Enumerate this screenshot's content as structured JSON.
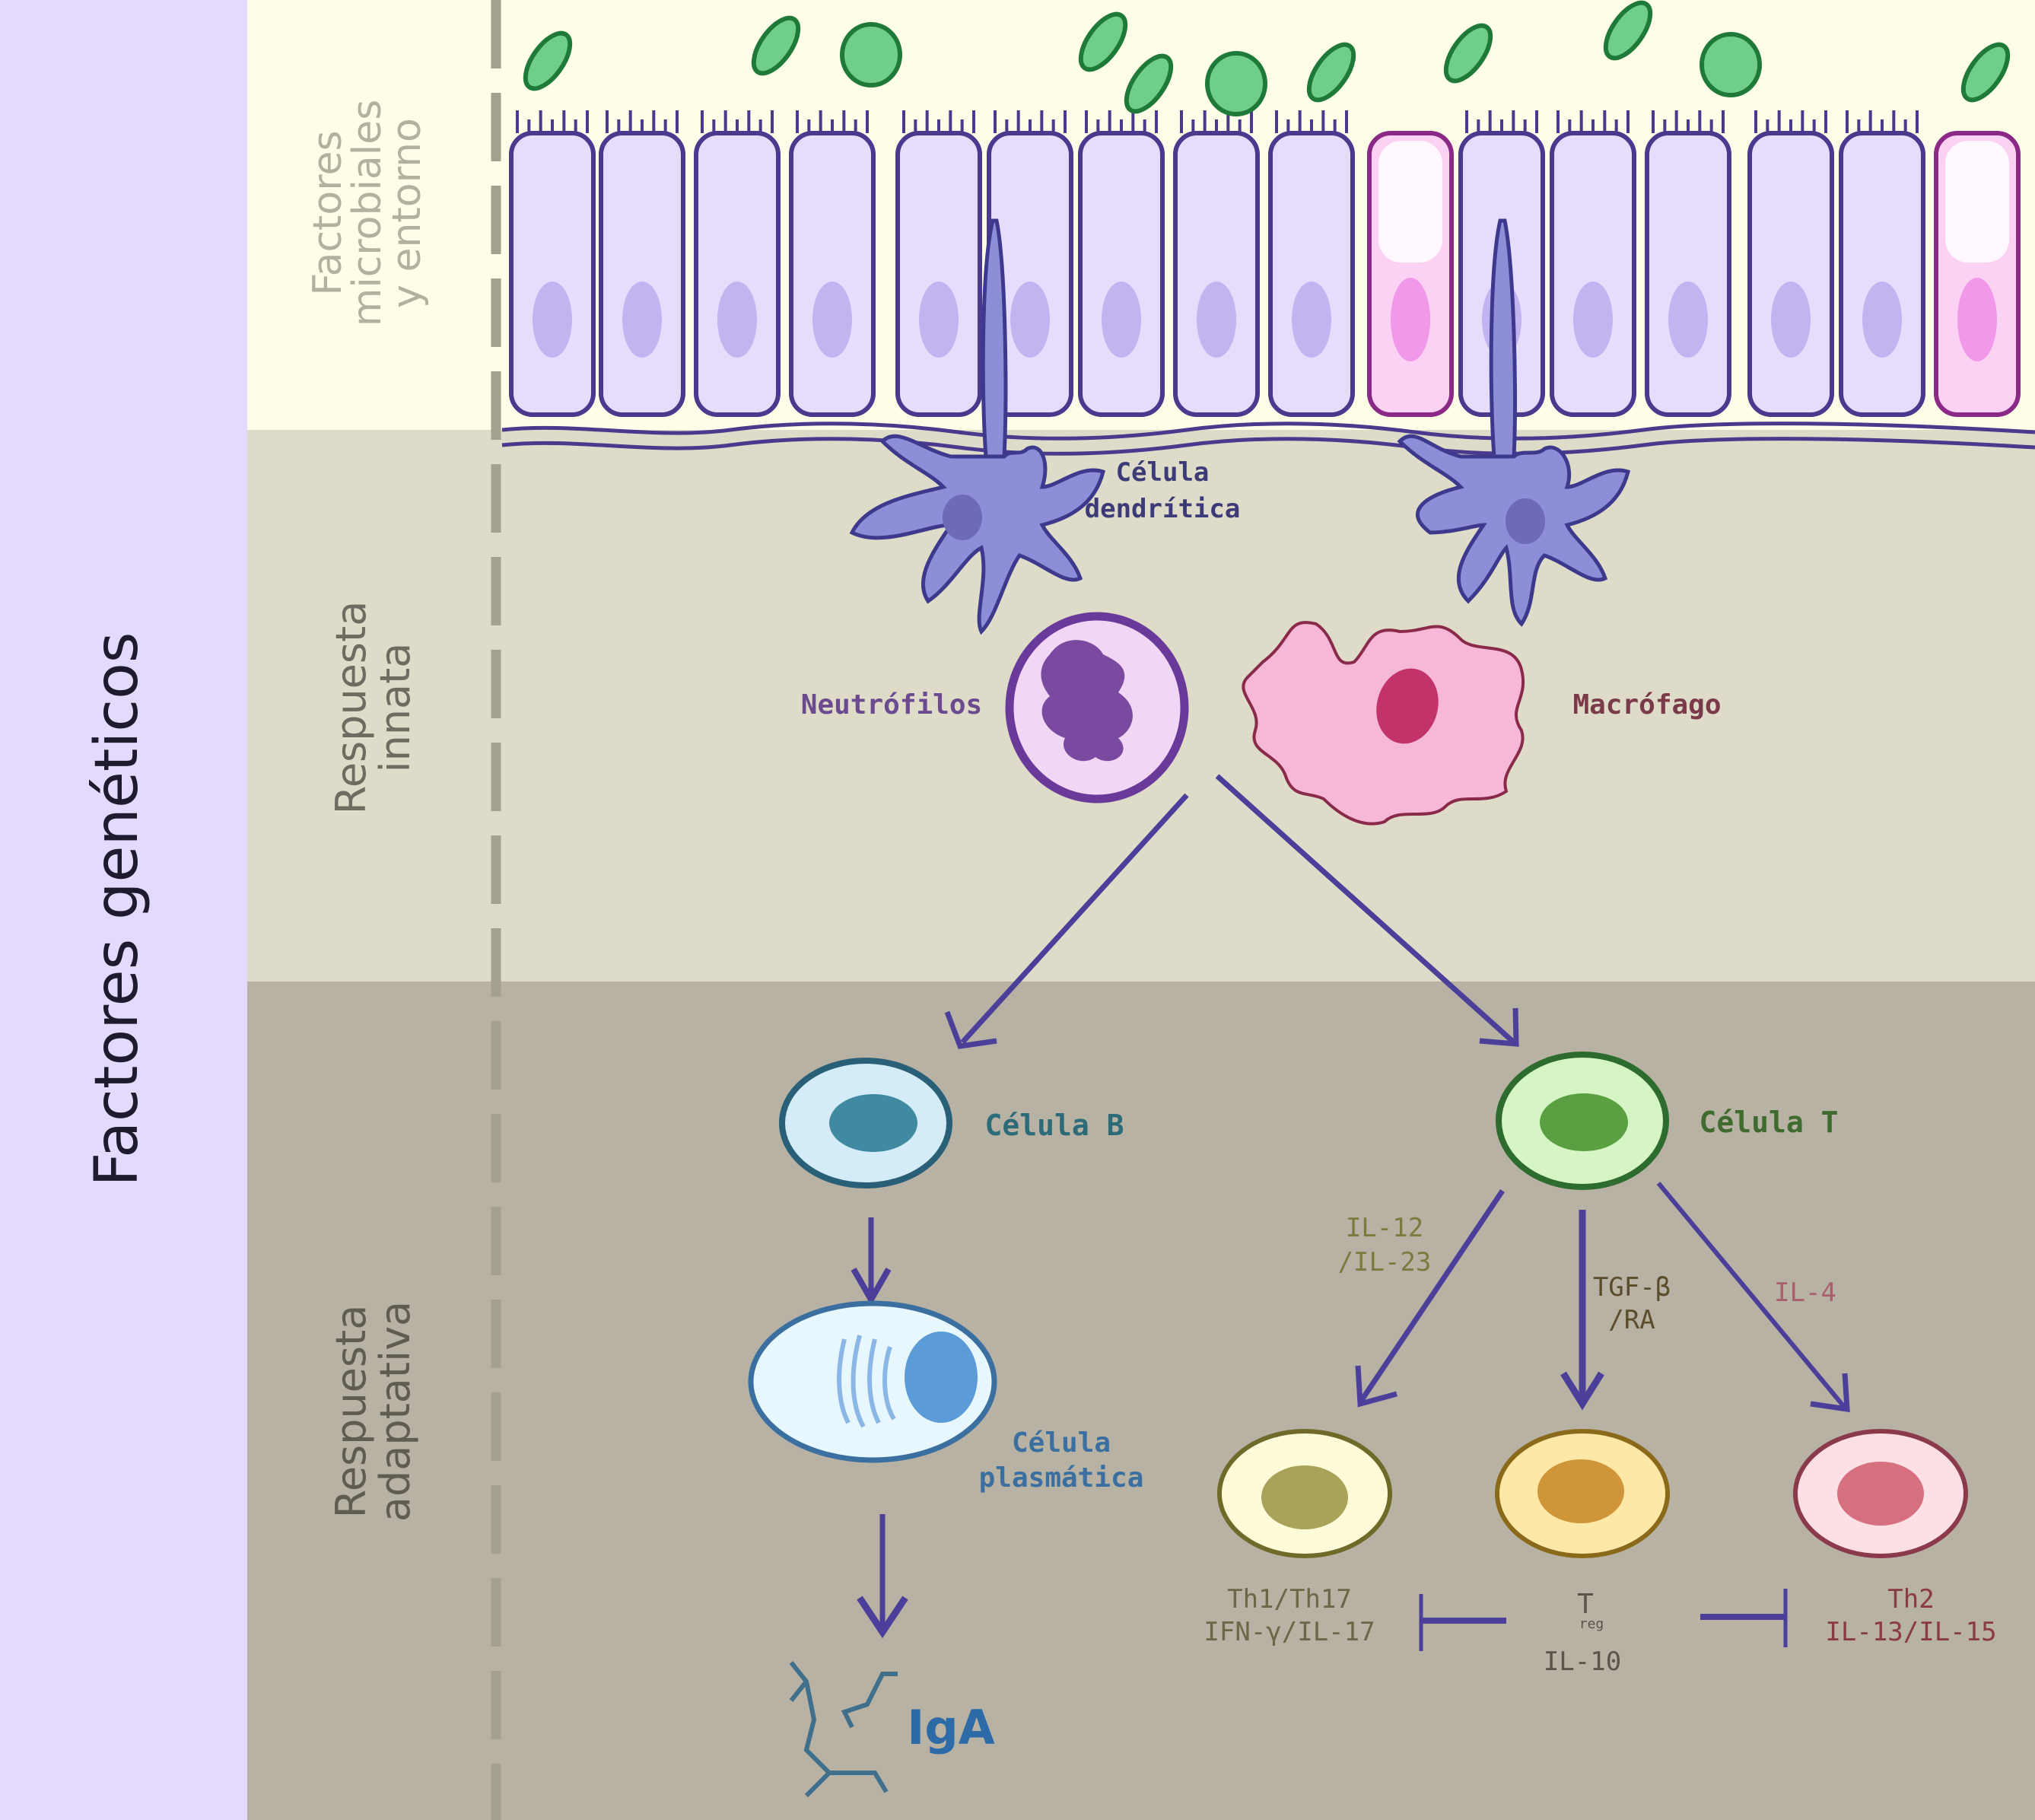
{
  "title_side": "Factores genéticos",
  "sections": [
    {
      "id": "microbial",
      "label_lines": [
        "Factores",
        "microbiales",
        "y entorno"
      ],
      "bg": "#fefde8"
    },
    {
      "id": "innate",
      "label_lines": [
        "Respuesta",
        "innata"
      ],
      "bg": "#dedbc9"
    },
    {
      "id": "adaptive",
      "label_lines": [
        "Respuesta",
        "adaptativa"
      ],
      "bg": "#b7b2a4"
    }
  ],
  "cells": {
    "dendritic": {
      "label_lines": [
        "Célula",
        "dendrítica"
      ],
      "color": "#3d3a78"
    },
    "neutrophils": {
      "label": "Neutrófilos",
      "color": "#6b4a8f"
    },
    "macrophage": {
      "label": "Macrófago",
      "color": "#7a3a4a"
    },
    "b_cell": {
      "label": "Célula B",
      "color": "#2e6b78"
    },
    "t_cell": {
      "label": "Célula T",
      "color": "#3f6b2e"
    },
    "plasma_cell": {
      "label_lines": [
        "Célula",
        "plasmática"
      ],
      "color": "#3b6fa0"
    },
    "iga": {
      "label": "IgA",
      "color": "#2d6aa8"
    }
  },
  "cytokines": {
    "th1_path": {
      "label_lines": [
        "IL-12",
        "/IL-23"
      ],
      "color": "#7d7a40"
    },
    "treg_path": {
      "label_lines": [
        "TGF-β",
        "/RA"
      ],
      "color": "#5a4d2a"
    },
    "th2_path": {
      "label": "IL-4",
      "color": "#a8606a"
    }
  },
  "subsets": {
    "th1_th17": {
      "label_lines": [
        "Th1/Th17",
        "IFN-γ/IL-17"
      ],
      "color": "#6b6848"
    },
    "treg": {
      "label_main": "T",
      "label_sub": "reg",
      "label_cytokine": "IL-10",
      "color": "#5a5548"
    },
    "th2": {
      "label_lines": [
        "Th2",
        "IL-13/IL-15"
      ],
      "color": "#8a3a42"
    }
  },
  "colors": {
    "arrow": "#4b3f9a",
    "epithelium_outline": "#4a3a8e",
    "epithelium_fill": "#e6dcfb",
    "epithelium_nucleus": "#c2b4f0",
    "goblet_outline": "#8a2a86",
    "goblet_fill": "#fbd2f3",
    "goblet_nucleus": "#f199e8",
    "microbe_fill": "#6fcf8a",
    "microbe_outline": "#1f7a3a"
  }
}
